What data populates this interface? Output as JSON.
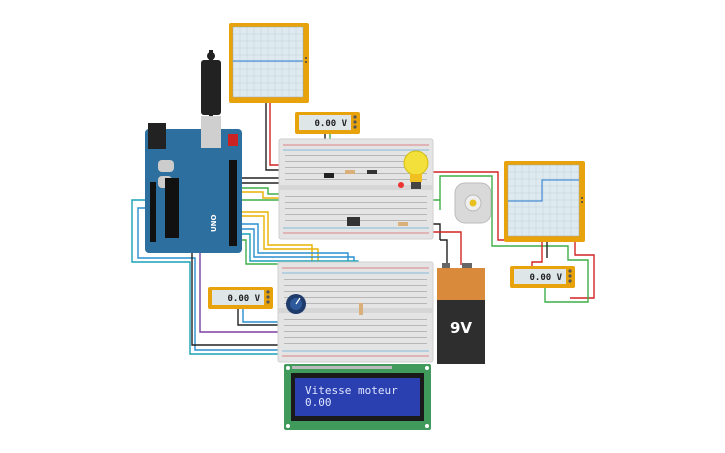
{
  "multimeters": [
    {
      "id": "top",
      "reading": "0.00 V"
    },
    {
      "id": "left",
      "reading": "0.00 V"
    },
    {
      "id": "right",
      "reading": "0.00 V"
    }
  ],
  "lcd": {
    "line1": "Vitesse moteur",
    "line2": "0.00"
  },
  "battery": {
    "label": "9V"
  },
  "arduino": {
    "label": "UNO"
  },
  "colors": {
    "arduino": "#2d6f9f",
    "breadboard": "#e4e4e4",
    "oscilloscope_frame": "#e8a20c",
    "oscilloscope_screen": "#dfeaf0",
    "lcd_board": "#3f9a5c",
    "lcd_screen": "#2a3fb0",
    "battery_top": "#d98a3a",
    "battery_body": "#2e2e2e",
    "wire_red": "#d22424",
    "wire_green": "#3fae49",
    "wire_yellow": "#e8b200",
    "wire_blue": "#2a8fd0",
    "wire_teal": "#1aa0b5",
    "wire_purple": "#7b3fa0",
    "wire_black": "#222222"
  }
}
